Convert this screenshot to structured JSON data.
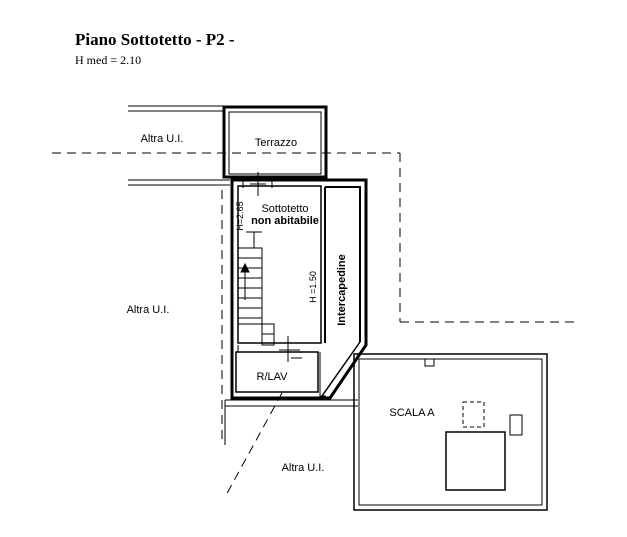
{
  "header": {
    "title": "Piano Sottotetto - P2 -",
    "subtitle": "H med = 2.10"
  },
  "rooms": {
    "terrazzo": "Terrazzo",
    "sottotetto_line1": "Sottotetto",
    "sottotetto_line2": "non abitabile",
    "rlav": "R/LAV",
    "intercapedine": "Intercapedine",
    "scala": "SCALA A"
  },
  "heights": {
    "sottotetto": "H=2.65",
    "intercapedine": "H =1.50"
  },
  "neighbors": {
    "top": "Altra U.I.",
    "left": "Altra U.I.",
    "bottom": "Altra U.I."
  }
}
